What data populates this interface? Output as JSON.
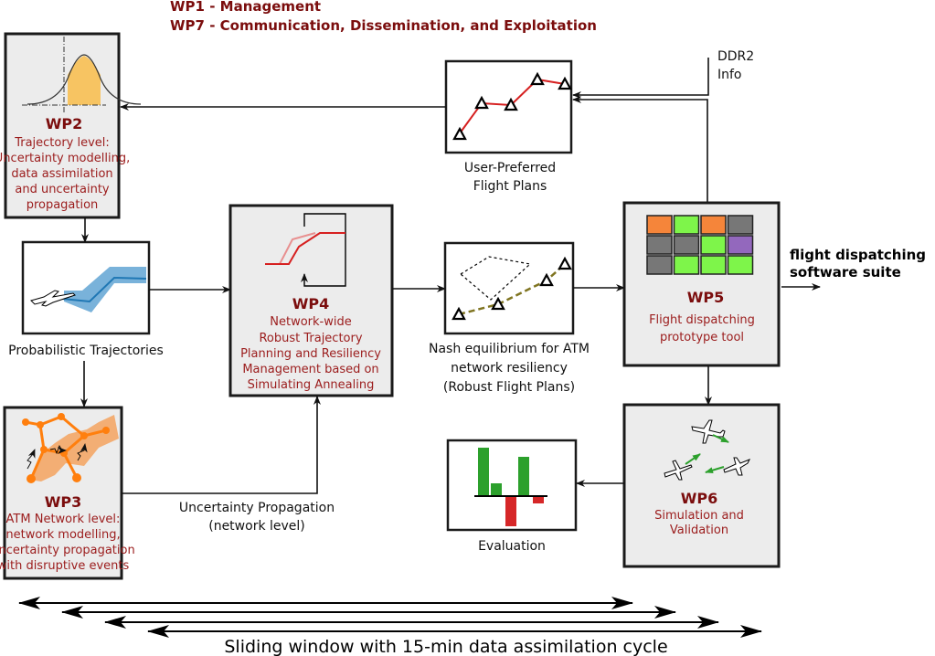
{
  "header": {
    "wp1": "WP1 - Management",
    "wp7": "WP7 - Communication, Dissemination, and Exploitation"
  },
  "wp2": {
    "title": "WP2",
    "lines": [
      "Trajectory level:",
      "Uncertainty modelling,",
      "data assimilation",
      "and uncertainty",
      "propagation"
    ]
  },
  "wp3": {
    "title": "WP3",
    "lines": [
      "ATM Network level:",
      "network modelling,",
      "uncertainty propagation",
      "with disruptive events"
    ]
  },
  "wp4": {
    "title": "WP4",
    "lines": [
      "Network-wide",
      "Robust Trajectory",
      "Planning  and Resiliency",
      "Management based on",
      "Simulating Annealing"
    ]
  },
  "wp5": {
    "title": "WP5",
    "lines": [
      "Flight dispatching",
      "prototype tool"
    ],
    "grid_colors": [
      "#f5853a",
      "#7ef54a",
      "#f5853a",
      "#777777",
      "#777777",
      "#777777",
      "#7ef54a",
      "#9368bd",
      "#777777",
      "#7ef54a",
      "#7ef54a",
      "#7ef54a"
    ]
  },
  "wp6": {
    "title": "WP6",
    "lines": [
      "Simulation and",
      "Validation"
    ]
  },
  "labels": {
    "user_preferred": [
      "User-Preferred",
      "Flight Plans"
    ],
    "ddr2": [
      "DDR2",
      "Info"
    ],
    "probabilistic": "Probabilistic Trajectories",
    "nash": [
      "Nash equilibrium for ATM",
      "network resiliency",
      "(Robust Flight Plans)"
    ],
    "uncertainty": [
      "Uncertainty Propagation",
      "(network level)"
    ],
    "evaluation": "Evaluation",
    "output": [
      "flight dispatching",
      "software suite"
    ],
    "sliding_window": "Sliding window with 15-min data assimilation cycle"
  },
  "colors": {
    "accent": "#7b0d0d",
    "green": "#2ca02c",
    "red": "#d62728",
    "orange": "#ff7f0e",
    "blue": "#1f77b4"
  }
}
